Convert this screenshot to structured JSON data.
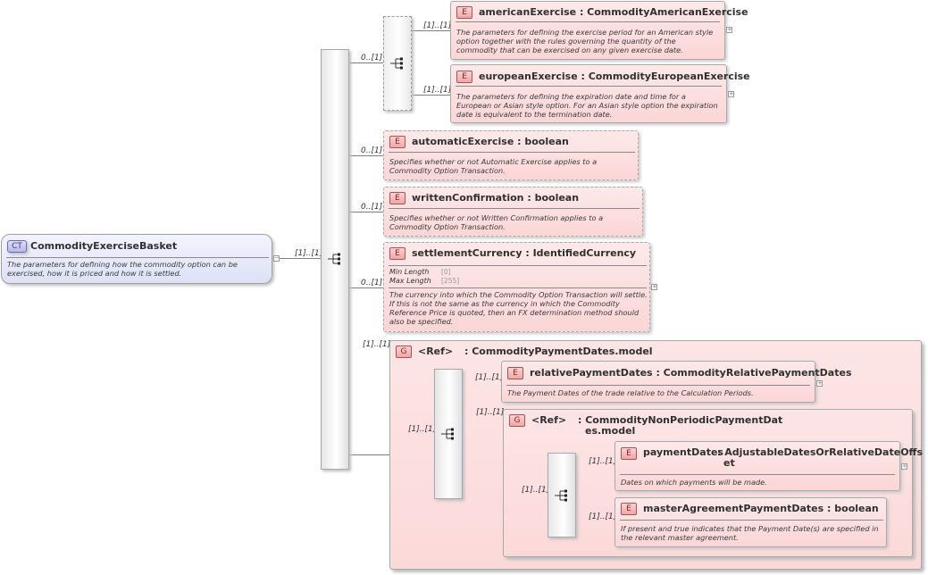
{
  "complex_type": {
    "badge": "CT",
    "name": "CommodityExerciseBasket",
    "description": "The parameters for defining how the commodity option can be exercised, how it is priced and how it is settled."
  },
  "main_sequence": {
    "multiplicity": "[1]..[1]"
  },
  "choice_group": {
    "multiplicity": "0..[1]",
    "elements": [
      {
        "badge": "E",
        "multiplicity": "[1]..[1]",
        "name": "americanExercise",
        "type": ": CommodityAmericanExercise",
        "description": "The parameters for defining the exercise period for an American style option together with the rules governing the quantity of the commodity that can be exercised on any given exercise date."
      },
      {
        "badge": "E",
        "multiplicity": "[1]..[1]",
        "name": "europeanExercise",
        "type": ": CommodityEuropeanExercise",
        "description": "The parameters for defining the expiration date and time for a European or Asian style option. For an Asian style option the expiration date is equivalent to the termination date."
      }
    ]
  },
  "automatic_exercise": {
    "badge": "E",
    "multiplicity": "0..[1]",
    "name": "automaticExercise",
    "type": ": boolean",
    "description": "Specifies whether or not Automatic Exercise applies to a Commodity Option Transaction."
  },
  "written_confirmation": {
    "badge": "E",
    "multiplicity": "0..[1]",
    "name": "writtenConfirmation",
    "type": ": boolean",
    "description": "Specifies whether or not Written Confirmation applies to a Commodity Option Transaction."
  },
  "settlement_currency": {
    "badge": "E",
    "multiplicity": "0..[1]",
    "name": "settlementCurrency",
    "type": ": IdentifiedCurrency",
    "facets": [
      {
        "label": "Min Length",
        "value": "[0]"
      },
      {
        "label": "Max Length",
        "value": "[255]"
      }
    ],
    "description": "The currency into which the Commodity Option Transaction will settle. If this is not the same as the currency in which the Commodity Reference Price is quoted, then an FX determination method should also be specified."
  },
  "payment_dates_group": {
    "badge": "G",
    "multiplicity": "[1]..[1]",
    "ref": "<Ref>",
    "name": ": CommodityPaymentDates.model",
    "inner_sequence_multiplicity": "[1]..[1]",
    "relative_payment_dates": {
      "badge": "E",
      "multiplicity": "[1]..[1]",
      "name": "relativePaymentDates",
      "type": ": CommodityRelativePaymentDates",
      "description": "The Payment Dates of the trade relative to the Calculation Periods."
    },
    "non_periodic_group": {
      "badge": "G",
      "multiplicity": "[1]..[1]",
      "ref": "<Ref>",
      "name_line1": ": CommodityNonPeriodicPaymentDat",
      "name_line2": "es.model",
      "inner_sequence_multiplicity": "[1]..[1]",
      "payment_dates": {
        "badge": "E",
        "multiplicity": "[1]..[1]",
        "name": "paymentDates",
        "type_line1": ": AdjustableDatesOrRelativeDateOffs",
        "type_line2": "et",
        "description": "Dates on which payments will be made."
      },
      "master_agreement": {
        "badge": "E",
        "multiplicity": "[1]..[1]",
        "name": "masterAgreementPaymentDates",
        "type": ": boolean",
        "description": "If present and true indicates that the Payment Date(s) are specified in the relevant master agreement."
      }
    }
  },
  "icons": {
    "sequence": "sequence-compositor-icon",
    "choice": "choice-compositor-icon",
    "expand": "plus-expand-icon",
    "collapse": "minus-collapse-icon"
  },
  "colors": {
    "element_fill": "#fbd6d6",
    "group_fill": "#fcd9d9",
    "complex_type_fill": "#e6e6f8",
    "connector": "#7f7f7f"
  }
}
